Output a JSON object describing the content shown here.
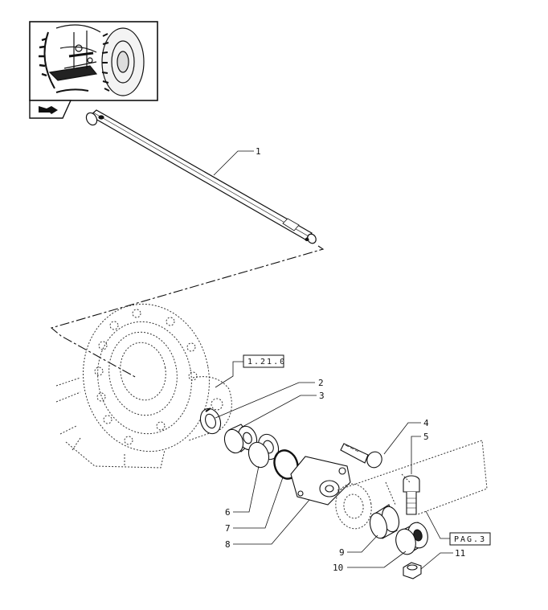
{
  "inset": {
    "icon": "tractor-thumbnail-icon",
    "nav_icon": "arrow-right-icon"
  },
  "references": {
    "ref_1": "1.21.0",
    "ref_2": "PAG.3"
  },
  "callouts": {
    "c1": "1",
    "c2": "2",
    "c3": "3",
    "c4": "4",
    "c5": "5",
    "c6": "6",
    "c7": "7",
    "c8": "8",
    "c9": "9",
    "c10": "10",
    "c11": "11"
  },
  "colors": {
    "line": "#111111",
    "background": "#ffffff"
  }
}
